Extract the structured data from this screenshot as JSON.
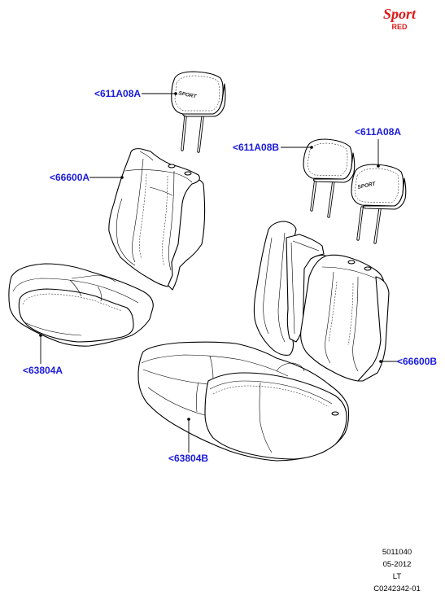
{
  "brand": {
    "logo_word": "Sport",
    "logo_sub": "RED",
    "accent_color": "#e01818"
  },
  "headrest_embroidery": "SPORT",
  "label_color": "#1a1adb",
  "labels": {
    "headrest_front": "<611A08A",
    "seatback_front": "<66600A",
    "cushion_front": "<63804A",
    "headrest_rear_center": "<611A08B",
    "headrest_rear_outer": "<611A08A",
    "seatback_rear": "<66600B",
    "cushion_rear": "<63804B"
  },
  "info": {
    "code": "5011040",
    "date": "05-2012",
    "lang": "LT",
    "ref": "C0242342-01"
  }
}
